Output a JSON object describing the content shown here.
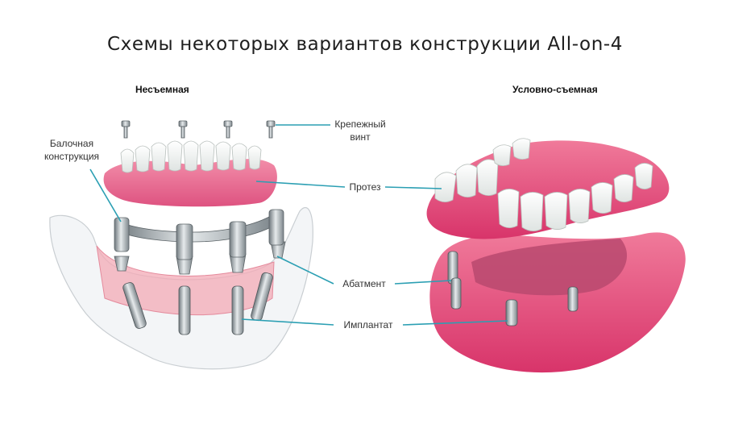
{
  "title": "Схемы некоторых вариантов конструкции All-on-4",
  "left_subtitle": "Несъемная",
  "right_subtitle": "Условно-съемная",
  "labels": {
    "screw_line1": "Крепежный",
    "screw_line2": "винт",
    "beam_line1": "Балочная",
    "beam_line2": "конструкция",
    "prosthesis": "Протез",
    "abutment": "Абатмент",
    "implant": "Имплантат"
  },
  "colors": {
    "leader": "#2b9fb3",
    "gum": "#e94f7b",
    "tooth": "#f4f6f4",
    "metal": "#9aa3a8"
  }
}
